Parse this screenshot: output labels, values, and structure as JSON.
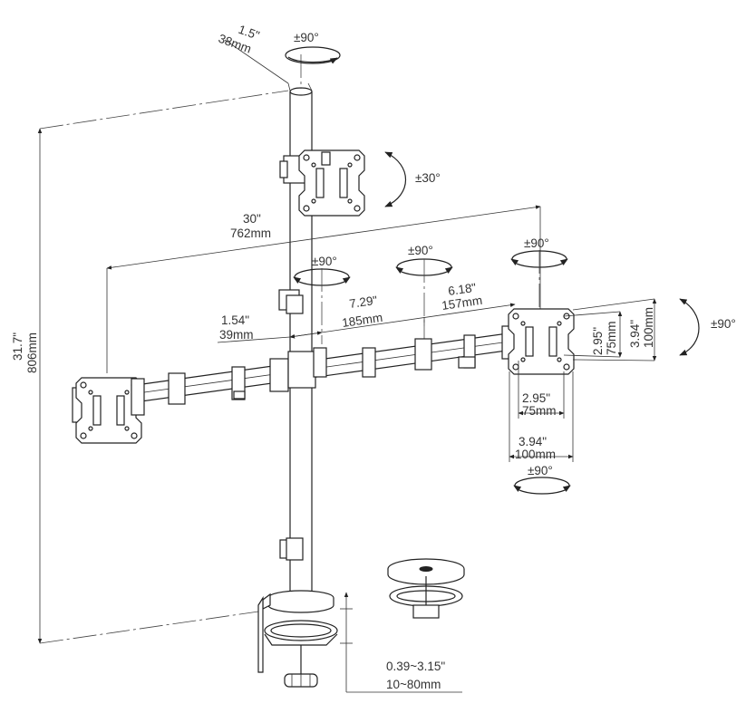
{
  "labels": {
    "pole_dia_in": "1.5\"",
    "pole_dia_mm": "38mm",
    "top_rot": "±90°",
    "top_tilt": "±30°",
    "height_in": "31.7\"",
    "height_mm": "806mm",
    "span_in": "30\"",
    "span_mm": "762mm",
    "rot_a": "±90°",
    "rot_b": "±90°",
    "rot_c": "±90°",
    "seg_a_in": "1.54\"",
    "seg_a_mm": "39mm",
    "seg_b_in": "7.29\"",
    "seg_b_mm": "185mm",
    "seg_c_in": "6.18\"",
    "seg_c_mm": "157mm",
    "vesa_v_small_in": "2.95\"",
    "vesa_v_small_mm": "75mm",
    "vesa_v_large_in": "3.94\"",
    "vesa_v_large_mm": "100mm",
    "right_tilt": "±90°",
    "vesa_h_small_in": "2.95\"",
    "vesa_h_small_mm": "75mm",
    "vesa_h_large_in": "3.94\"",
    "vesa_h_large_mm": "100mm",
    "bottom_rot": "±90°",
    "clamp_in": "0.39~3.15\"",
    "clamp_mm": "10~80mm"
  }
}
